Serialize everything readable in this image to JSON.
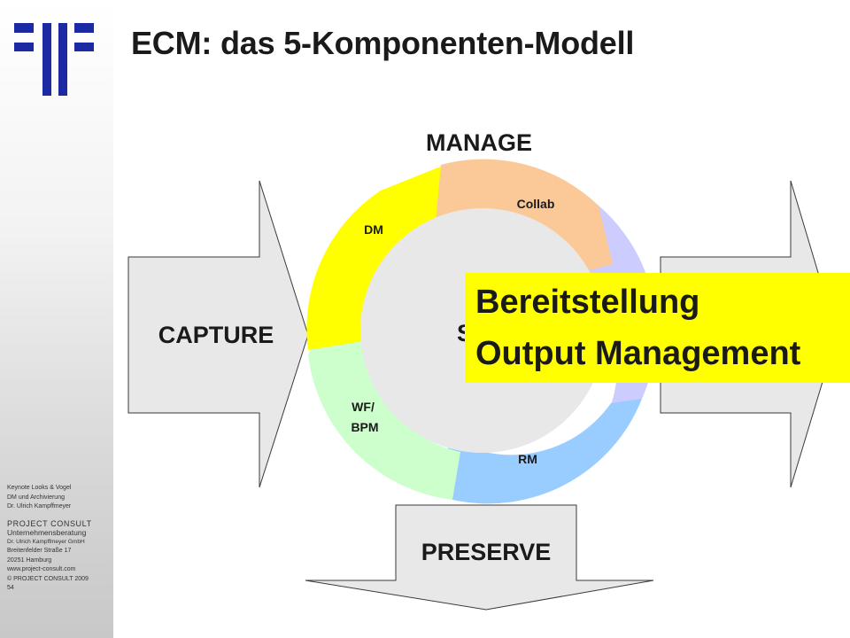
{
  "slide": {
    "title": "ECM: das 5-Komponenten-Modell"
  },
  "diagram": {
    "top_label": "MANAGE",
    "left_arrow_label": "CAPTURE",
    "center_label": "ST",
    "bottom_arrow_label": "PRESERVE",
    "segments": [
      {
        "key": "collab",
        "label": "Collab",
        "color": "#fbc898"
      },
      {
        "key": "dm",
        "label": "DM",
        "color": "#ffff00"
      },
      {
        "key": "wf1",
        "label": "WF/",
        "color": "#ccffcc"
      },
      {
        "key": "wf2",
        "label": "BPM",
        "color": "#ccffcc"
      },
      {
        "key": "rm",
        "label": "RM",
        "color": "#99ccff"
      },
      {
        "key": "right",
        "label": "",
        "color": "#ccccff"
      }
    ],
    "arrow_fill": "#e8e8e8",
    "inner_circle_fill": "#e8e8e8"
  },
  "overlay": {
    "line1": "Bereitstellung",
    "line2": "Output Management",
    "color": "#ffff00"
  },
  "footer": {
    "lines_top": [
      "Keynote Looks & Vogel",
      "DM und Archivierung",
      "Dr. Ulrich Kampffmeyer"
    ],
    "company": "PROJECT CONSULT",
    "sub": "Unternehmensberatung",
    "lines_bottom": [
      "Dr. Ulrich Kampffmeyer GmbH",
      "Breitenfelder Straße 17",
      "20251 Hamburg",
      "www.project-consult.com",
      "© PROJECT CONSULT 2009"
    ],
    "page_number": "54"
  }
}
